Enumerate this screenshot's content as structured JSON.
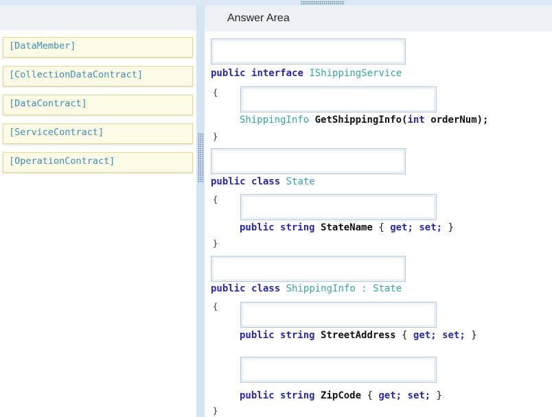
{
  "choices": [
    "[DataMember]",
    "[CollectionDataContract]",
    "[DataContract]",
    "[ServiceContract]",
    "[OperationContract]"
  ],
  "answer_area": {
    "title": "Answer Area"
  },
  "code": {
    "interface_line": {
      "kw1": "public",
      "kw2": "interface",
      "name": "IShippingService"
    },
    "method_line": {
      "ret_type": "ShippingInfo",
      "name": "GetShippingInfo(",
      "param_kw": "int",
      "rest": "orderNum);"
    },
    "state_line": {
      "kw1": "public",
      "kw2": "class",
      "name": "State"
    },
    "statename_line": {
      "kw1": "public",
      "kw2": "string",
      "name": "StateName",
      "open": "{",
      "get": "get;",
      "set": "set;",
      "close": "}"
    },
    "shipping_line": {
      "kw1": "public",
      "kw2": "class",
      "name": "ShippingInfo",
      "colon": ":",
      "base": "State"
    },
    "street_line": {
      "kw1": "public",
      "kw2": "string",
      "name": "StreetAddress",
      "open": "{",
      "get": "get;",
      "set": "set;",
      "close": "}"
    },
    "zip_line": {
      "kw1": "public",
      "kw2": "string",
      "name": "ZipCode",
      "open": "{",
      "get": "get;",
      "set": "set;",
      "close": "}"
    },
    "open_brace": "{",
    "close_brace": "}"
  }
}
